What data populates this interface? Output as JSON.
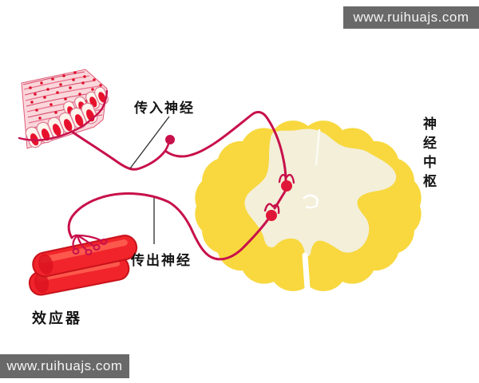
{
  "watermarks": {
    "top_right": "www.ruihuajs.com",
    "bottom_left": "www.ruihuajs.com"
  },
  "labels": {
    "afferent_nerve": "传入神经",
    "efferent_nerve": "传出神经",
    "effector": "效应器",
    "nerve_center": "神经中枢"
  },
  "colors": {
    "nerve_line": "#C8104B",
    "neuron_dot": "#E01638",
    "cord_yellow": "#F8D83E",
    "gray_matter_cream": "#F3EFD9",
    "muscle_red": "#F1242B",
    "muscle_edge": "#C8121A",
    "tissue_pink": "#FAD7DA",
    "watermark_bg": "#696969",
    "watermark_text": "#F5F5F5"
  }
}
